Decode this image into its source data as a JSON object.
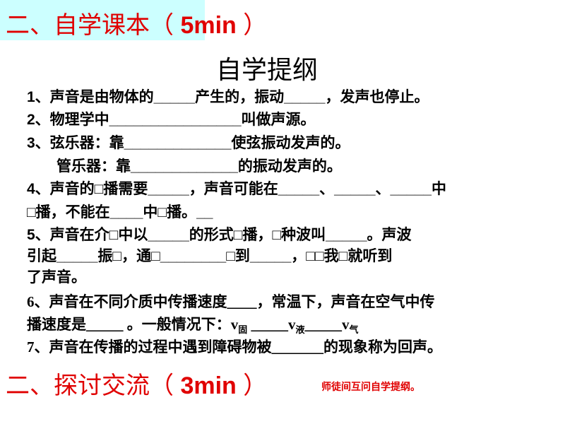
{
  "section1": {
    "prefix": "二、自学课本（ ",
    "time": "5min",
    "suffix": " ）"
  },
  "outline_title": "自学提纲",
  "lines": [
    "1、声音是由物体的_____产生的，振动_____，发声也停止。",
    "2、物理学中________________叫做声源。",
    "3、弦乐器：靠_____________使弦振动发声的。",
    "管乐器：靠_____________的振动发声的。",
    "4、声音的□播需要_____，声音可能在_____、_____、_____中",
    "□播，不能在____中□播。__",
    "5、声音在介□中以_____的形式□播，□种波叫_____。声波",
    "引起_____振□，通□________□到_____，□□我□就听到",
    "了声音。",
    "6、声音在不同介质中传播速度____，常温下，声音在空气中传",
    "播速度是_____ 。一般情况下：",
    "7、声音在传播的过程中遇到障碍物被_______的现象称为回声。"
  ],
  "speed": {
    "v": "v",
    "solid": "固",
    "blank1": " _____",
    "liquid": "液",
    "blank2": "_____",
    "gas": "气"
  },
  "section2": {
    "prefix": "二、探讨交流（ ",
    "time": "3min",
    "suffix": " ）"
  },
  "note": "师徒间互问自学提纲。",
  "colors": {
    "heading": "#e00000",
    "heading_bg": "#ccffff"
  }
}
